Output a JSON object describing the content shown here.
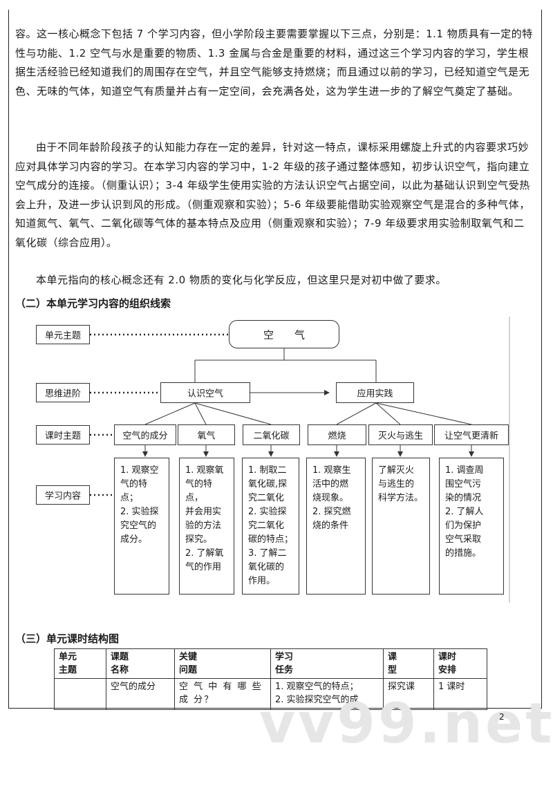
{
  "paragraphs": {
    "p1": "容。这一核心概念下包括 7 个学习内容，但小学阶段主要需要掌握以下三点，分别是：1.1 物质具有一定的特性与功能、1.2 空气与水是重要的物质、1.3 金属与合金是重要的材料，通过这三个学习内容的学习，学生根据生活经验已经知道我们的周围存在空气，并且空气能够支持燃烧；而且通过以前的学习，已经知道空气是无色、无味的气体，知道空气有质量并占有一定空间，会充满各处，这为学生进一步的了解空气奠定了基础。",
    "p2": "由于不同年龄阶段孩子的认知能力存在一定的差异，针对这一特点，课标采用螺旋上升式的内容要求巧妙应对具体学习内容的学习。在本学习内容的学习中，1-2 年级的孩子通过整体感知，初步认识空气，指向建立空气成分的连接。（侧重认识）；3-4 年级学生使用实验的方法认识空气占据空间，以此为基础认识到空气受热会上升，及进一步认识到风的形成。（侧重观察和实验）；5-6 年级要能借助实验观察空气是混合的多种气体，知道氮气、氧气、二氧化碳等气体的基本特点及应用（侧重观察和实验）；7-9 年级要求用实验制取氧气和二氧化碳（综合应用）。",
    "p3": "本单元指向的核心概念还有 2.0 物质的变化与化学反应，但这里只是对初中做了要求。"
  },
  "headings": {
    "h2": "（二）本单元学习内容的组织线索",
    "h3": "（三）单元课时结构图"
  },
  "diagram": {
    "row_labels": [
      "单元主题",
      "思维进阶",
      "课时主题",
      "学习内容"
    ],
    "topic": "空　　气",
    "stages": [
      "认识空气",
      "应用实践"
    ],
    "lessons": [
      "空气的成分",
      "氧气",
      "二氧化碳",
      "燃烧",
      "灭火与逃生",
      "让空气更清新"
    ],
    "contents": [
      [
        "1. 观察空",
        "气的特点；",
        "2. 实验探",
        "究空气的",
        "成分。"
      ],
      [
        "1. 观察氧",
        "气的特点，",
        "并会用实",
        "验的方法",
        "探究。",
        "2. 了解氧",
        "气的作用"
      ],
      [
        "1. 制取二",
        "氧化碳,探",
        "究二氧化",
        "2. 实验探",
        "究二氧化",
        "碳的特点；",
        "3. 了解二",
        "氧化碳的",
        "作用。"
      ],
      [
        "1. 观察生",
        "活中的燃",
        "烧现象。",
        "2. 探究燃",
        "烧的条件"
      ],
      [
        "了解灭火",
        "与逃生的",
        "科学方法。"
      ],
      [
        "1. 调查周",
        "围空气污",
        "染的情况",
        "2. 了解人",
        "们为保护",
        "空气采取",
        "的措施。"
      ]
    ]
  },
  "table": {
    "headers": [
      [
        "单元",
        "主题"
      ],
      [
        "课题",
        "名称"
      ],
      [
        "关键",
        "问题"
      ],
      [
        "学习",
        "任务"
      ],
      [
        "课",
        "型"
      ],
      [
        "课时",
        "安排"
      ]
    ],
    "row1": {
      "topic": "",
      "name": "空气的成分",
      "question": "空 气 中 有 哪 些 成 分？",
      "task": "1. 观察空气的特点；\n2. 实验探究空气的成",
      "type": "探究课",
      "hours": "1 课时"
    }
  },
  "page_number": "2",
  "watermark": "vv99.net"
}
